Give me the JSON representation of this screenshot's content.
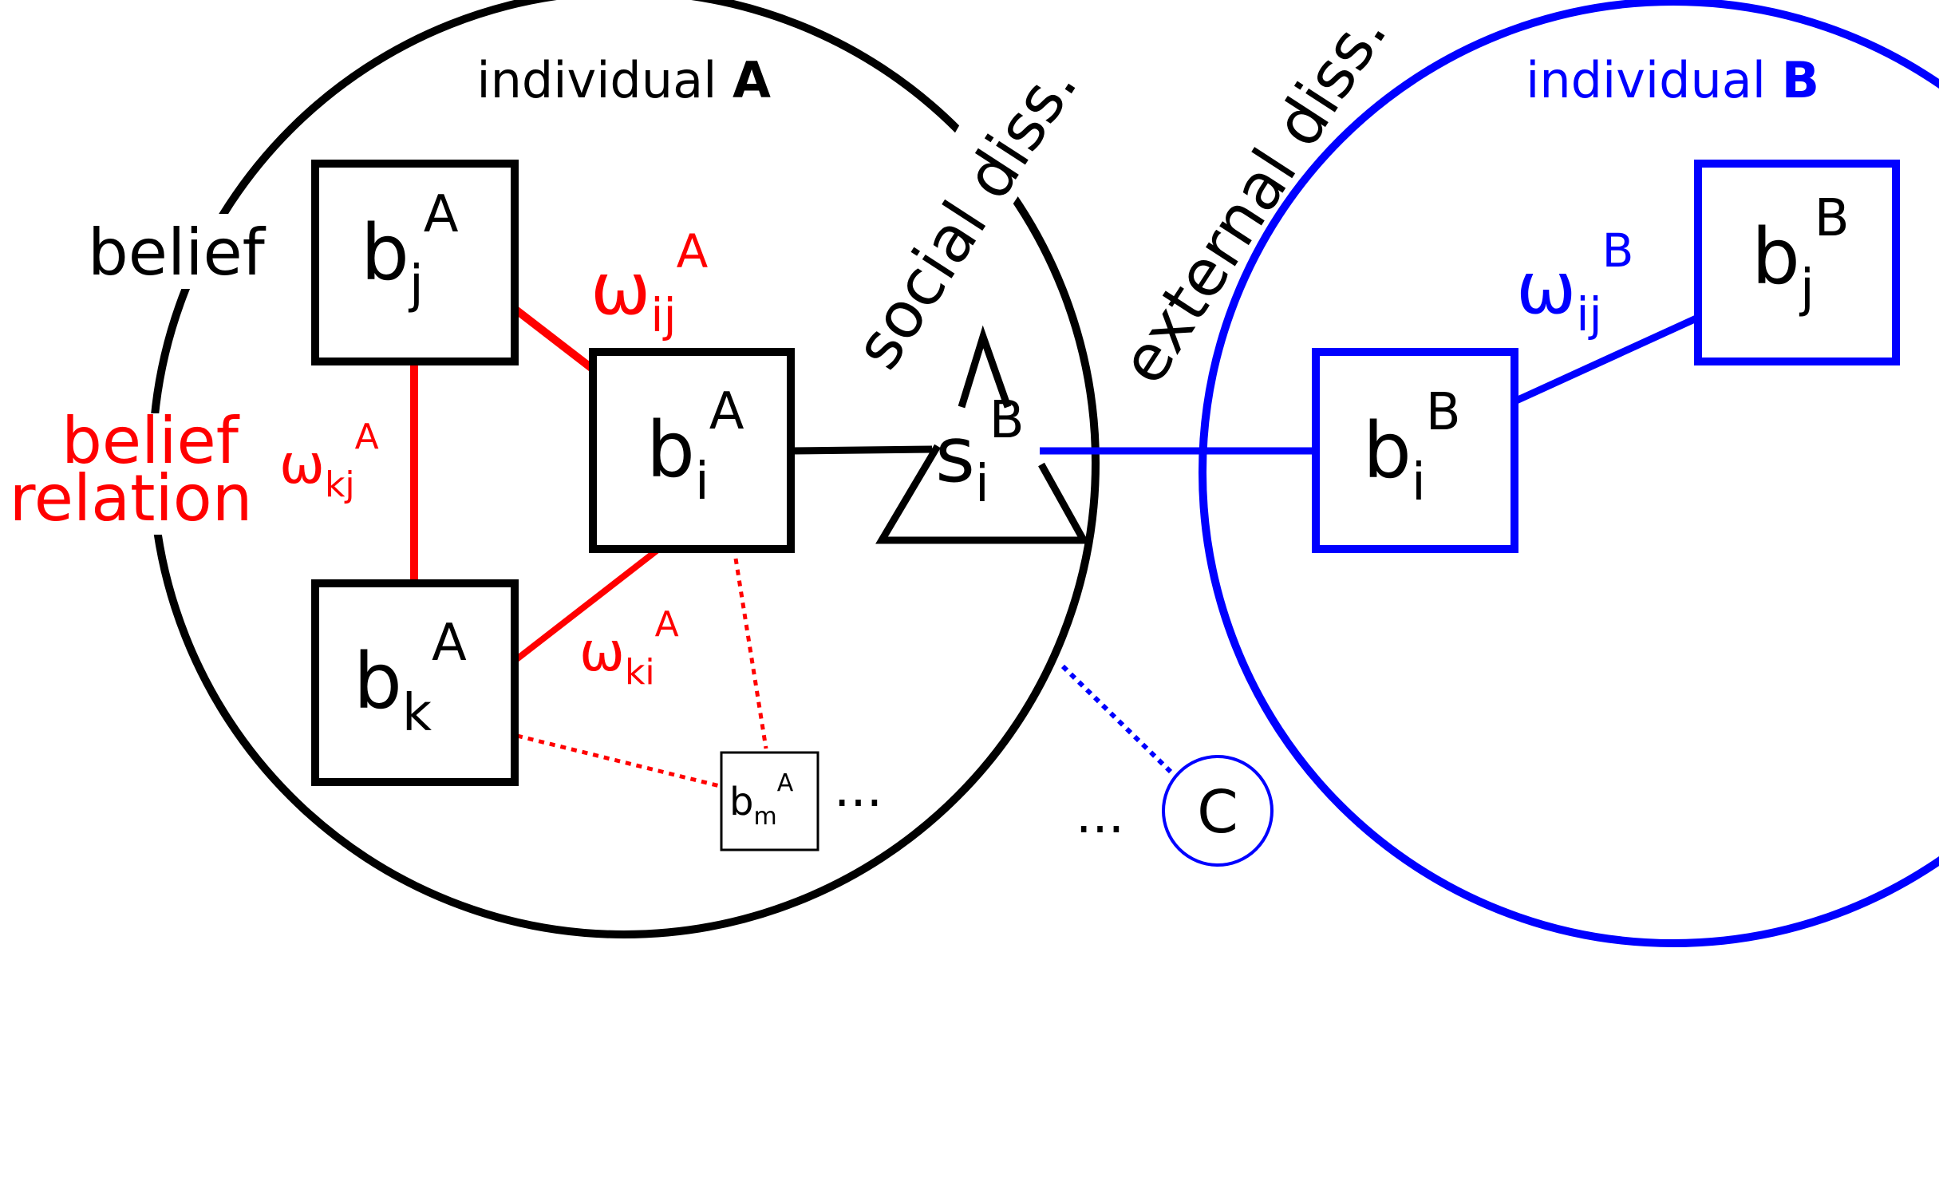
{
  "colors": {
    "individual_a": "#000000",
    "individual_b": "#0000ff",
    "belief_relation": "#ff0000",
    "background": "#ffffff"
  },
  "individual_a": {
    "label_prefix": "individual ",
    "label_letter": "A"
  },
  "individual_b": {
    "label_prefix": "individual ",
    "label_letter": "B"
  },
  "side_labels": {
    "belief": "belief",
    "belief_relation_line1": "belief",
    "belief_relation_line2": "relation",
    "social_diss": "social diss.",
    "external_diss": "external diss."
  },
  "beliefs": {
    "bj_a": {
      "base": "b",
      "sub": "j",
      "sup": "A"
    },
    "bi_a": {
      "base": "b",
      "sub": "i",
      "sup": "A"
    },
    "bk_a": {
      "base": "b",
      "sub": "k",
      "sup": "A"
    },
    "bm_a": {
      "base": "b",
      "sub": "m",
      "sup": "A"
    },
    "bi_b": {
      "base": "b",
      "sub": "i",
      "sup": "B"
    },
    "bj_b": {
      "base": "b",
      "sub": "j",
      "sup": "B"
    }
  },
  "social_signal": {
    "base": "s",
    "sub": "i",
    "sup": "B"
  },
  "weights": {
    "w_ij_a": {
      "base": "ω",
      "sub": "ij",
      "sup": "A"
    },
    "w_kj_a": {
      "base": "ω",
      "sub": "kj",
      "sup": "A"
    },
    "w_ki_a": {
      "base": "ω",
      "sub": "ki",
      "sup": "A"
    },
    "w_ij_b": {
      "base": "ω",
      "sub": "ij",
      "sup": "B"
    }
  },
  "other_individual": {
    "label": "C"
  },
  "ellipses": {
    "beliefs": "...",
    "individuals": "..."
  }
}
